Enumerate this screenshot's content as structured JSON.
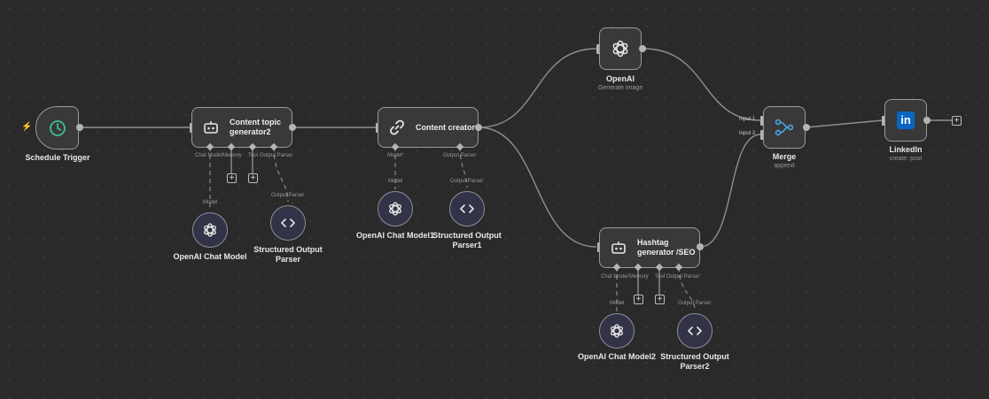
{
  "nodes": {
    "schedule_trigger": {
      "label": "Schedule Trigger",
      "icon": "clock-icon"
    },
    "topic_generator": {
      "title_line1": "Content topic",
      "title_line2": "generator2",
      "icon": "robot-icon"
    },
    "content_creator": {
      "title": "Content creator",
      "icon": "link-icon"
    },
    "openai": {
      "label": "OpenAI",
      "subtitle": "Generate image",
      "icon": "openai-icon"
    },
    "hashtag_generator": {
      "title_line1": "Hashtag",
      "title_line2": "generator /SEO",
      "icon": "robot-icon"
    },
    "merge": {
      "label": "Merge",
      "subtitle": "append",
      "input1": "Input 1",
      "input2": "Input 2",
      "icon": "merge-icon"
    },
    "linkedin": {
      "label": "LinkedIn",
      "subtitle": "create: post",
      "icon": "linkedin-icon",
      "logo_text": "in"
    }
  },
  "ports": {
    "topic_generator": {
      "chat_model": "Chat Model",
      "memory": "Memory",
      "tool": "Tool",
      "output_parser": "Output Parser"
    },
    "content_creator": {
      "model": "Model",
      "required_mark": "*",
      "output_parser": "Output Parser"
    },
    "hashtag_generator": {
      "chat_model": "Chat Model",
      "memory": "Memory",
      "tool": "Tool",
      "output_parser": "Output Parser"
    }
  },
  "subnodes": {
    "openai_chat_model": {
      "label": "OpenAI Chat Model",
      "connector_label": "Model",
      "icon": "openai-icon"
    },
    "structured_output_parser": {
      "label_line1": "Structured Output",
      "label_line2": "Parser",
      "connector_label": "Output Parser",
      "icon": "code-icon"
    },
    "openai_chat_model1": {
      "label": "OpenAI Chat Model1",
      "connector_label": "Model",
      "icon": "openai-icon"
    },
    "structured_output_parser1": {
      "label_line1": "Structured Output",
      "label_line2": "Parser1",
      "connector_label": "Output Parser",
      "icon": "code-icon"
    },
    "openai_chat_model2": {
      "label": "OpenAI Chat Model2",
      "connector_label": "Model",
      "icon": "openai-icon"
    },
    "structured_output_parser2": {
      "label_line1": "Structured Output",
      "label_line2": "Parser2",
      "connector_label": "Output Parser",
      "icon": "code-icon"
    }
  },
  "controls": {
    "add_symbol": "+",
    "trigger_symbol": "⚡"
  },
  "colors": {
    "canvas": "#2a2a2a",
    "node_fill": "#393939",
    "node_border": "#9a9a9a",
    "subnode_fill": "#333347",
    "trigger_accent": "#3fbf8f",
    "trigger_bolt": "#ff6d5a",
    "merge_accent": "#4aa7e8",
    "linkedin_blue": "#0a66c2"
  }
}
